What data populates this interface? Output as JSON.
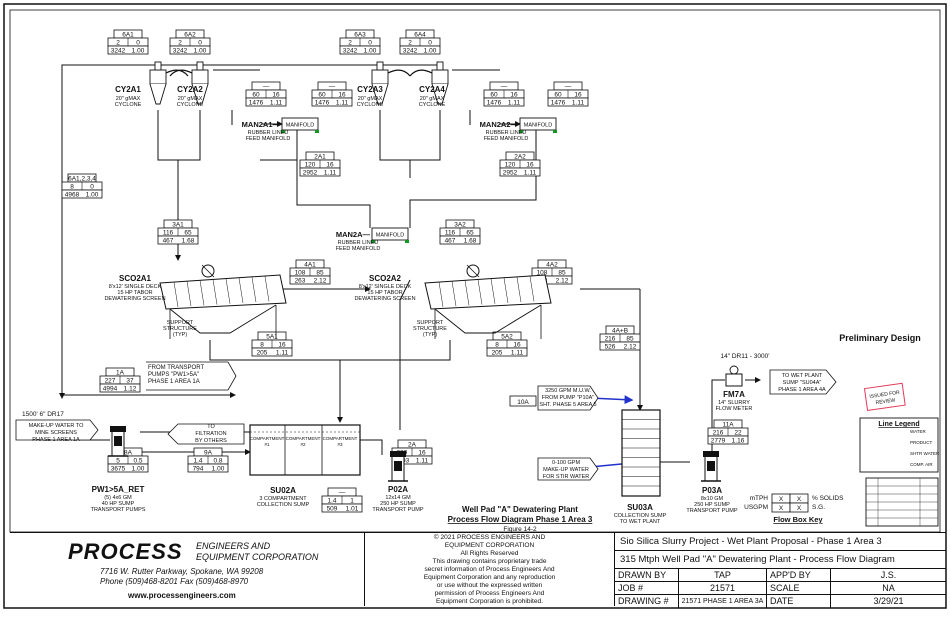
{
  "flowboxes": [
    {
      "id": "6A1",
      "r1": [
        "2",
        "0"
      ],
      "r2": [
        "3242",
        "1.00"
      ]
    },
    {
      "id": "6A2",
      "r1": [
        "2",
        "0"
      ],
      "r2": [
        "3242",
        "1.00"
      ]
    },
    {
      "id": "6A3",
      "r1": [
        "2",
        "0"
      ],
      "r2": [
        "3242",
        "1.00"
      ]
    },
    {
      "id": "6A4",
      "r1": [
        "2",
        "0"
      ],
      "r2": [
        "3242",
        "1.00"
      ]
    },
    {
      "id": "6A1,2,3,4",
      "r1": [
        "8",
        "0"
      ],
      "r2": [
        "4968",
        "1.00"
      ]
    },
    {
      "id": "3A1",
      "r1": [
        "116",
        "65"
      ],
      "r2": [
        "467",
        "1.68"
      ]
    },
    {
      "id": "3A2",
      "r1": [
        "116",
        "65"
      ],
      "r2": [
        "467",
        "1.68"
      ]
    },
    {
      "id": "2A1",
      "r1": [
        "120",
        "16"
      ],
      "r2": [
        "2952",
        "1.11"
      ]
    },
    {
      "id": "2A2",
      "r1": [
        "120",
        "16"
      ],
      "r2": [
        "2952",
        "1.11"
      ]
    },
    {
      "id": "4A1",
      "r1": [
        "108",
        "85"
      ],
      "r2": [
        "263",
        "2.12"
      ]
    },
    {
      "id": "4A2",
      "r1": [
        "108",
        "85"
      ],
      "r2": [
        "263",
        "2.12"
      ]
    },
    {
      "id": "5A1",
      "r1": [
        "8",
        "16"
      ],
      "r2": [
        "205",
        "1.11"
      ]
    },
    {
      "id": "5A2",
      "r1": [
        "8",
        "16"
      ],
      "r2": [
        "205",
        "1.11"
      ]
    },
    {
      "id": "4A+B",
      "r1": [
        "216",
        "85"
      ],
      "r2": [
        "526",
        "2.12"
      ]
    },
    {
      "id": "1A",
      "r1": [
        "227",
        "37"
      ],
      "r2": [
        "4994",
        "1.12"
      ]
    },
    {
      "id": "8A",
      "r1": [
        "5",
        "0.5"
      ],
      "r2": [
        "3675",
        "1.00"
      ]
    },
    {
      "id": "9A",
      "r1": [
        "1.4",
        "0.8"
      ],
      "r2": [
        "794",
        "1.00"
      ]
    },
    {
      "id": "2A",
      "r1": [
        "239",
        "16"
      ],
      "r2": [
        "5903",
        "1.11"
      ]
    },
    {
      "id": "11A",
      "r1": [
        "216",
        "22"
      ],
      "r2": [
        "2779",
        "1.16"
      ]
    },
    {
      "id": "—",
      "r1": [
        "1.4",
        "1"
      ],
      "r2": [
        "509",
        "1.01"
      ]
    }
  ],
  "manifold_boxes": [
    {
      "id": "—",
      "r1": [
        "60",
        "16"
      ],
      "r2": [
        "1476",
        "1.11"
      ]
    },
    {
      "id": "—",
      "r1": [
        "60",
        "16"
      ],
      "r2": [
        "1476",
        "1.11"
      ]
    },
    {
      "id": "—",
      "r1": [
        "60",
        "16"
      ],
      "r2": [
        "1476",
        "1.11"
      ]
    },
    {
      "id": "—",
      "r1": [
        "60",
        "16"
      ],
      "r2": [
        "1476",
        "1.11"
      ]
    }
  ],
  "equipment": {
    "cy2a1": {
      "tag": "CY2A1",
      "desc": [
        "20\" gMAX",
        "CYCLONE"
      ]
    },
    "cy2a2": {
      "tag": "CY2A2",
      "desc": [
        "20\" gMAX",
        "CYCLONE"
      ]
    },
    "cy2a3": {
      "tag": "CY2A3",
      "desc": [
        "20\" gMAX",
        "CYCLONE"
      ]
    },
    "cy2a4": {
      "tag": "CY2A4",
      "desc": [
        "20\" gMAX",
        "CYCLONE"
      ]
    },
    "man2a1": {
      "tag": "MAN2A1",
      "desc": [
        "RUBBER LINED",
        "FEED MANIFOLD"
      ]
    },
    "man2a2": {
      "tag": "MAN2A2",
      "desc": [
        "RUBBER LINED",
        "FEED MANIFOLD"
      ]
    },
    "man2a": {
      "tag": "MAN2A",
      "desc": [
        "RUBBER LINED",
        "FEED MANIFOLD"
      ]
    },
    "manifold_label": "MANIFOLD",
    "sco2a1": {
      "tag": "SCO2A1",
      "desc": [
        "8'x12' SINGLE DECK",
        "15 HP TABOR",
        "DEWATERING SCREEN"
      ]
    },
    "sco2a2": {
      "tag": "SCO2A2",
      "desc": [
        "8'x12' SINGLE DECK",
        "15 HP TABOR",
        "DEWATERING SCREEN"
      ]
    },
    "support": [
      "SUPPORT",
      "STRUCTURE",
      "(TYP)"
    ],
    "su02a": {
      "tag": "SU02A",
      "desc": [
        "3 COMPARTMENT",
        "COLLECTION SUMP"
      ]
    },
    "compartment": [
      "COMPARTMENT",
      "#1",
      "COMPARTMENT",
      "#2",
      "COMPARTMENT",
      "#3"
    ],
    "p02a": {
      "tag": "P02A",
      "desc": [
        "12x14 GM",
        "250 HP SUMP",
        "TRANSPORT PUMP"
      ]
    },
    "pw": {
      "tag": "PW1>5A_RET",
      "desc": [
        "(5) 4x6 GM",
        "40 HP SUMP",
        "TRANSPORT PUMPS"
      ]
    },
    "su03a": {
      "tag": "SU03A",
      "desc": [
        "COLLECTION SUMP",
        "TO WET PLANT"
      ]
    },
    "p03a": {
      "tag": "P03A",
      "desc": [
        "8x10 GM",
        "250 HP SUMP",
        "TRANSPORT PUMP"
      ]
    },
    "fm7a": {
      "tag": "FM7A",
      "desc": [
        "14\" SLURRY",
        "FLOW METER"
      ]
    }
  },
  "notes": {
    "from_transport": [
      "FROM TRANSPORT",
      "PUMPS \"PW1>5A\"",
      "PHASE 1 AREA 1A"
    ],
    "to_filtration": [
      "TO",
      "FILTRATION",
      "BY OTHERS"
    ],
    "makeup_water": [
      "MAKE-UP WATER TO",
      "MINE SCREENS",
      "PHASE 1 AREA 1A"
    ],
    "pipe_1500": "1500' 6\" DR17",
    "mwu_3250": [
      "3250 GPM M.U.W.",
      "FROM PUMP \"P10A\"",
      "SHT. PHASE 5 AREA 5"
    ],
    "mwu_box": "10A",
    "stir_water": [
      "0-100 GPM",
      "MAKE-UP WATER",
      "FOR STIR WATER"
    ],
    "pipe_14": "14\" DR11 - 3000'",
    "to_wet_plant": [
      "TO WET PLANT",
      "SUMP \"SU04A\"",
      "PHASE 1 AREA 4A"
    ],
    "preliminary": "Preliminary Design",
    "stamp": [
      "ISSUED FOR",
      "REVIEW"
    ]
  },
  "diagram_title": [
    "Well Pad \"A\" Dewatering Plant",
    "Process Flow Diagram Phase 1 Area 3"
  ],
  "figure_caption": "Figure 14-2",
  "legend": {
    "title": "Line Legend",
    "items": [
      {
        "label": "WATER",
        "color": "#2233cc"
      },
      {
        "label": "PRODUCT",
        "color": "#111111"
      },
      {
        "label": "SHTR WATER",
        "color": "#119922"
      },
      {
        "label": "COMP. AIR",
        "color": "#111111"
      }
    ]
  },
  "flowbox_key": {
    "title": "Flow Box Key",
    "left": [
      "mTPH",
      "USGPM"
    ],
    "cells": [
      "X",
      "X",
      "X",
      "X"
    ],
    "right": [
      "% SOLIDS",
      "S.G."
    ]
  },
  "title_block": {
    "company_name": "PROCESS",
    "company_sub": [
      "ENGINEERS AND",
      "EQUIPMENT CORPORATION"
    ],
    "address": [
      "7716 W. Rutter Parkway, Spokane, WA 99208",
      "Phone (509)468-8201   Fax (509)468-8970"
    ],
    "website": "www.processengineers.com",
    "copyright": [
      "© 2021 PROCESS ENGINEERS AND",
      "EQUIPMENT CORPORATION",
      "All Rights Reserved",
      "This drawing contains proprietary trade",
      "secret information of Process Engineers And",
      "Equipment Corporation and any reproduction",
      "or use without the expressed written",
      "permission of Process Engineers And",
      "Equipment Corporation is prohibited."
    ],
    "project_line1": "Sio Silica   Slurry Project - Wet Plant Proposal - Phase 1 Area 3",
    "project_line2": "315 Mtph Well Pad \"A\" Dewatering Plant - Process Flow Diagram",
    "drawn_by_label": "DRAWN BY",
    "drawn_by": "TAP",
    "appd_label": "APP'D BY",
    "appd": "J.S.",
    "job_label": "JOB #",
    "job": "21571",
    "scale_label": "SCALE",
    "scale": "NA",
    "drawing_label": "DRAWING #",
    "drawing": "21571 PHASE 1 AREA 3A",
    "date_label": "DATE",
    "date": "3/29/21"
  }
}
